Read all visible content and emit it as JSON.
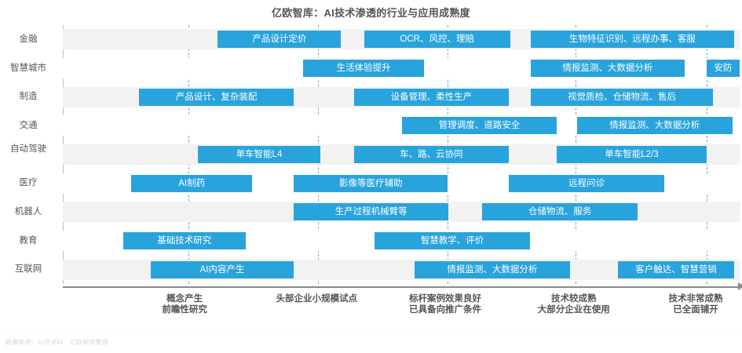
{
  "title": "亿欧智库：AI技术渗透的行业与应用成熟度",
  "footer": "数据来源：公开资料、亿欧智库整理",
  "colors": {
    "bar": "#29a3dc",
    "gridline": "#3d9bd4",
    "band": "#f2f2f2",
    "band_alt": "#ffffff",
    "text": "#555555",
    "axis": "#8a8a8a"
  },
  "chart_data": {
    "type": "bar",
    "title": "亿欧智库：AI技术渗透的行业与应用成熟度",
    "xlabel": "",
    "ylabel": "",
    "grid": true,
    "legend": "none",
    "note": "横向甘特式成熟度图：每行为一个行业，每个色块为一个应用，位置表示其所处的成熟度阶段",
    "x_axis": {
      "type": "stage",
      "stages": [
        {
          "index": 1,
          "lines": [
            "概念产生",
            "前瞻性研究"
          ],
          "center_pct": 18.0
        },
        {
          "index": 2,
          "lines": [
            "头部企业小规模试点"
          ],
          "center_pct": 37.5
        },
        {
          "index": 3,
          "lines": [
            "标杆案例效果良好",
            "已具备向推广条件"
          ],
          "center_pct": 56.5
        },
        {
          "index": 4,
          "lines": [
            "技术较成熟",
            "大部分企业在使用"
          ],
          "center_pct": 75.5
        },
        {
          "index": 5,
          "lines": [
            "技术非常成熟",
            "已全面铺开"
          ],
          "center_pct": 93.5
        }
      ],
      "gridline_pct": [
        18.6,
        37.7,
        56.8,
        75.8,
        95.1
      ]
    },
    "categories": [
      "金融",
      "智慧城市",
      "制造",
      "交通",
      "自动驾驶",
      "医疗",
      "机器人",
      "教育",
      "互联网"
    ],
    "rows": [
      {
        "label": "金融",
        "label_lines": [
          "金融"
        ],
        "items": [
          {
            "text": "产品设计定价",
            "start_pct": 22.9,
            "end_pct": 41.1
          },
          {
            "text": "OCR、风控、理赔",
            "start_pct": 44.5,
            "end_pct": 66.1
          },
          {
            "text": "生物特征识别、远程办事、客服",
            "start_pct": 69.1,
            "end_pct": 99.2
          }
        ]
      },
      {
        "label": "智慧城市",
        "label_lines": [
          "智慧城市"
        ],
        "items": [
          {
            "text": "生活体验提升",
            "start_pct": 35.5,
            "end_pct": 53.4
          },
          {
            "text": "情报监测、大数据分析",
            "start_pct": 69.1,
            "end_pct": 91.9
          },
          {
            "text": "安防",
            "start_pct": 95.1,
            "end_pct": 100.0
          }
        ]
      },
      {
        "label": "制造",
        "label_lines": [
          "制造"
        ],
        "items": [
          {
            "text": "产品设计、复杂装配",
            "start_pct": 11.3,
            "end_pct": 34.1
          },
          {
            "text": "设备管理、柔性生产",
            "start_pct": 43.0,
            "end_pct": 65.9
          },
          {
            "text": "视觉质检、仓储物流、售后",
            "start_pct": 69.1,
            "end_pct": 96.1
          }
        ]
      },
      {
        "label": "交通",
        "label_lines": [
          "交通"
        ],
        "items": [
          {
            "text": "管理调度、道路安全",
            "start_pct": 50.1,
            "end_pct": 73.0
          },
          {
            "text": "情报监测、大数据分析",
            "start_pct": 76.0,
            "end_pct": 98.9
          }
        ]
      },
      {
        "label": "自动驾驶",
        "label_lines": [
          "自动",
          "驾驶"
        ],
        "items": [
          {
            "text": "单车智能L4",
            "start_pct": 20.0,
            "end_pct": 38.0
          },
          {
            "text": "车、路、云协同",
            "start_pct": 43.0,
            "end_pct": 65.9
          },
          {
            "text": "单车智能L2/3",
            "start_pct": 73.0,
            "end_pct": 95.1
          }
        ]
      },
      {
        "label": "医疗",
        "label_lines": [
          "医疗"
        ],
        "items": [
          {
            "text": "AI制药",
            "start_pct": 10.1,
            "end_pct": 28.0
          },
          {
            "text": "影像等医疗辅助",
            "start_pct": 34.1,
            "end_pct": 56.9
          },
          {
            "text": "远程问诊",
            "start_pct": 65.9,
            "end_pct": 88.9
          }
        ]
      },
      {
        "label": "机器人",
        "label_lines": [
          "机器人"
        ],
        "items": [
          {
            "text": "生产过程机械臂等",
            "start_pct": 34.1,
            "end_pct": 57.0
          },
          {
            "text": "仓储物流、服务",
            "start_pct": 62.0,
            "end_pct": 84.9
          }
        ]
      },
      {
        "label": "教育",
        "label_lines": [
          "教育"
        ],
        "items": [
          {
            "text": "基础技术研究",
            "start_pct": 8.9,
            "end_pct": 27.0
          },
          {
            "text": "智慧教学、评价",
            "start_pct": 46.1,
            "end_pct": 69.0
          }
        ]
      },
      {
        "label": "互联网",
        "label_lines": [
          "互联网"
        ],
        "items": [
          {
            "text": "AI内容产生",
            "start_pct": 13.0,
            "end_pct": 34.1
          },
          {
            "text": "情报监测、大数据分析",
            "start_pct": 52.0,
            "end_pct": 74.9
          },
          {
            "text": "客户触达、智慧营销",
            "start_pct": 82.0,
            "end_pct": 99.2
          }
        ]
      }
    ]
  }
}
